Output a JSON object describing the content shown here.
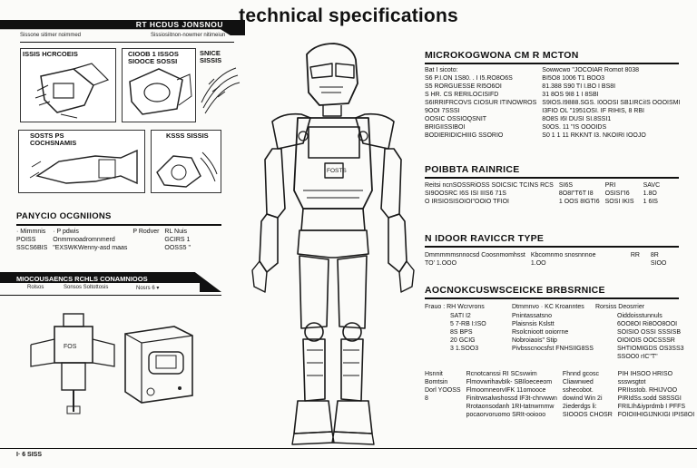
{
  "title": "technical specifications",
  "left": {
    "banner_title": "RT HCDUS JONSNOU",
    "banner_sub": "Sissone sitimer noimmed",
    "banner_sub2": "Sissiosiitnon-nowmer nitimeiun",
    "callouts": [
      "ISSIS HCRCOEIS",
      "CIOOB 1 ISSOS SIOOCE SOSSI",
      "SNICE SISSIS",
      "SOSTS PS COCHSNAMIS",
      "KSSS SISSIS"
    ],
    "operations_title": "PANYCIO OCGNIIONS",
    "operations_rows": [
      [
        "· Mimmnis",
        "· P pdwis",
        "P Rodver",
        "RL Nuis"
      ],
      [
        "POISS",
        "Onmmnoadromnmerd",
        "",
        "GCIRS 1"
      ],
      [
        "SSCS6BIS",
        "\"EXSWKWenny-asd maas",
        "",
        "OOSS5 \""
      ]
    ],
    "mech_banner": "MIOCOUSAENCS RCHLS CONAMNIOOS",
    "mech_sub": [
      "Rolsos",
      "Sonsos  Soltottosis",
      "Nosrs 6  ▾"
    ],
    "footer": "I· 6 SISS"
  },
  "center": {
    "chest_label": "FOSTS"
  },
  "right": {
    "sec1": {
      "title": "MICROKOGWONA CM R MCTON",
      "rows": [
        [
          "Bat I sicoto:",
          "Sowwcwo \"JOCOIAR Romot  8038"
        ],
        [
          "S6 P.I.ON 1S80. . I I5.RO8O6S",
          "BI5O8   1006  T1 BOO3"
        ],
        [
          "S5 RORGUESSE RI5O6OI",
          "81.388   S90  TI I.BO  I BS8I"
        ],
        [
          "S HR. CS RERILOCISIFD",
          "31 8OS   9I8 1  I 8SBI"
        ],
        [
          "S6IRRIFRCOVS CIOSUR ITINOWROS",
          "S9IOS.I9888.SGS. I0OOSI   SB1IRCiIS OOOISMI"
        ],
        [
          "9OOI 7SSSI",
          "I3FIO OL   \"1951OSI. IF RIHIS, 8 RBI"
        ],
        [
          "   OOSIC OSSIOQSNIT",
          "8O8S  I6I DUSI  SI.8SSI1"
        ],
        [
          "   BRIGIISSIBOI",
          "S0OS.  11  \"IS OOOIDS"
        ],
        [
          "   BODIERIDICHIIIG  SSORIO",
          "S0  1  1  11  RKKNT I3. NKOIRI  IOOJO"
        ]
      ]
    },
    "sec2": {
      "title": "POIBBTA RAINRICE",
      "rows": [
        [
          "Reitsi ncnSOSSRiOSS SOICSIC TCINS RCS",
          "SI6S",
          "PRI",
          "SAVC"
        ],
        [
          "SI9OOSRC I6S ISI IIIS6 71S",
          "8O8I\"T6T I8",
          "OSISI\"I6",
          "1.8O"
        ],
        [
          "O IRSIOSISOIOI\"OOIO TFIOI",
          "1 OOS 8IGTI6",
          "SOSI IKIS",
          "1 6IS"
        ]
      ]
    },
    "sec3": {
      "title": "N IDOOR RAVICCR TYPE",
      "rows": [
        [
          "Dmmmmmsnnocsd  Coosnmomhsst",
          "Kbcomnmo  snosnnnoe",
          "RR",
          "8R"
        ],
        [
          "TO'   1.OOO",
          "1.OO",
          "",
          "SIOO"
        ]
      ]
    },
    "sec4": {
      "title": "AOCNOKCUSWSCEICKE BRBSRNICE",
      "left_head": [
        "Frauo  :  RH  Wcrvrons",
        "Dtmmnvo · KC Kroanntes"
      ],
      "left_cols": [
        [
          "SATI I2",
          "5 7-RB I:ISO",
          "8S BPS",
          "20 GCIG",
          "3 1.SOO3"
        ],
        [
          "Pnintassatsno",
          "Plaisnsis   Kslstt",
          "Rsolcnioott   ooiorrne",
          "Nobroiaois\"  Stip",
          "Pivbsscnocsfst  FNHSIIG8SS"
        ]
      ],
      "right_head": [
        "Rorsiss  Deosrrier",
        "Oiddoisstunnuls"
      ],
      "right_cols": [
        [
          "6OO8OI  Ri8OO8OOI",
          "SOISIO OSSI  SSSISB",
          "OIOIOIS   OOCSSSR",
          "SHTIOMIGDS  OS3SS3",
          "SSOO0  rIC\"T\""
        ]
      ],
      "bottom_rows": [
        [
          "Hsnnit",
          "Rcnotcanssi  RI SCsvwim",
          "Fhnnd   gcosc",
          "PIH IHSOO  HRISO"
        ],
        [
          "Bomtsin",
          "FlmovwrihavbIk-  SBIloeceeom",
          "Cliawnwed",
          "ssswsgtot"
        ],
        [
          "Dorl  YOOSS",
          "FlmoomneorvIFK 11omooce",
          "sshecobot.",
          "PRIIsstob.  RHIJVOO"
        ],
        [
          "8",
          "Finitrwsalwshossd  IF3t-chrvwwn",
          "dowind  Win  2i",
          "PIRIdSs.sodd  S8SSGI"
        ],
        [
          "",
          "Rrotaonsodanh  1RI-tatnwrnmw",
          "2iederdgs   li:",
          "FRILIh&iyprdmb  I PFFS"
        ],
        [
          "",
          "pocaorvoruomo  SRIt-ooiooo",
          "SIOOOS  CHOSR",
          "FOIOIIHIGIJNKIGI  IPIS8OI"
        ]
      ]
    }
  }
}
